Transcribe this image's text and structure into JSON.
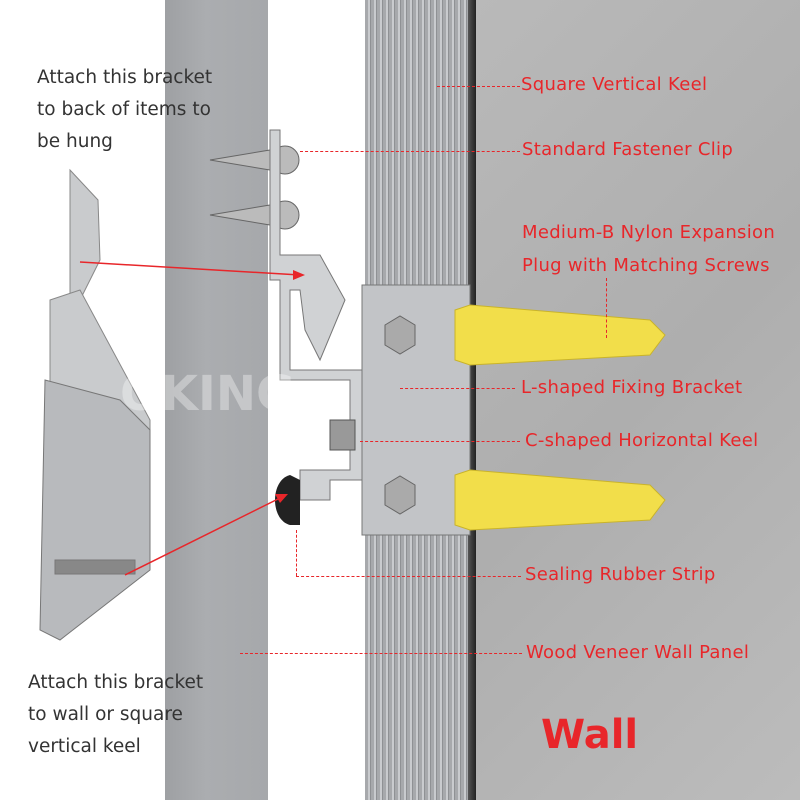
{
  "left_notes": {
    "top": [
      "Attach this bracket",
      "to back of items to",
      "be hung"
    ],
    "bottom": [
      "Attach this bracket",
      "to wall or square",
      "vertical keel"
    ]
  },
  "labels": {
    "square_vertical_keel": "Square Vertical Keel",
    "standard_fastener_clip": "Standard Fastener Clip",
    "nylon_plug_line1": "Medium-B Nylon Expansion",
    "nylon_plug_line2": "Plug with Matching Screws",
    "l_shaped_bracket": "L-shaped Fixing Bracket",
    "c_shaped_keel": "C-shaped Horizontal Keel",
    "sealing_strip": "Sealing Rubber Strip",
    "wood_veneer_panel": "Wood Veneer Wall Panel"
  },
  "wall_title": "Wall",
  "watermark": "OKING",
  "colors": {
    "label": "#e8262a",
    "plug": "#f2de4a"
  }
}
